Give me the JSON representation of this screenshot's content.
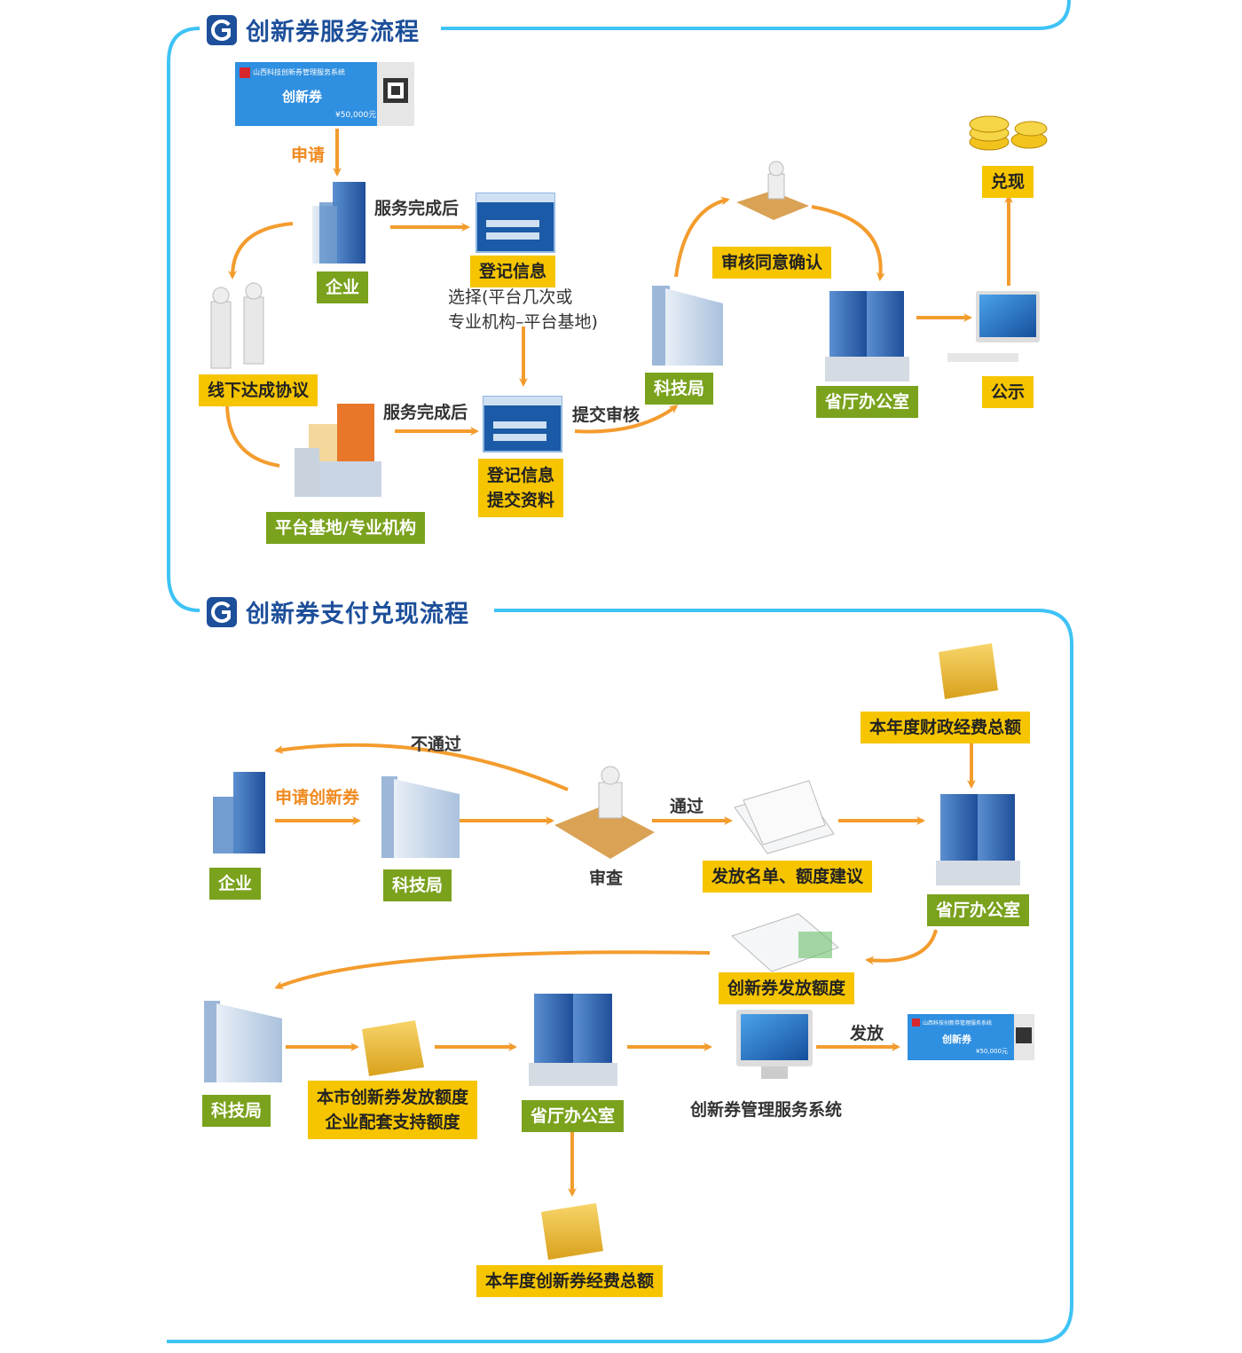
{
  "accent_color": "#3fc3f5",
  "title_color": "#1d4f9a",
  "arrow_color": "#f39c2e",
  "label_green": "#7aa21d",
  "label_yellow": "#f6c500",
  "section1": {
    "title": "创新券服务流程",
    "voucher": {
      "system": "山西科技创新券管理服务系统",
      "name": "创新券",
      "amount": "¥50,000元"
    },
    "apply": "申请",
    "enterprise": "企业",
    "service_done_1": "服务完成后",
    "register_info": "登记信息",
    "choose_line1": "选择(平台几次或",
    "choose_line2": "专业机构–平台基地)",
    "offline_agreement": "线下达成协议",
    "service_done_2": "服务完成后",
    "register_submit_line1": "登记信息",
    "register_submit_line2": "提交资料",
    "platform": "平台基地/专业机构",
    "submit_review": "提交审核",
    "tech_bureau": "科技局",
    "review_confirm": "审核同意确认",
    "provincial_office": "省厅办公室",
    "publicize": "公示",
    "cash_out": "兑现"
  },
  "section2": {
    "title": "创新券支付兑现流程",
    "not_pass": "不通过",
    "apply_voucher": "申请创新券",
    "enterprise": "企业",
    "tech_bureau": "科技局",
    "review": "审查",
    "pass": "通过",
    "issue_list": "发放名单、额度建议",
    "annual_fiscal": "本年度财政经费总额",
    "provincial_office": "省厅办公室",
    "voucher_quota": "创新券发放额度",
    "tech_bureau_2": "科技局",
    "city_quota_line1": "本市创新券发放额度",
    "city_quota_line2": "企业配套支持额度",
    "provincial_office_2": "省厅办公室",
    "system": "创新券管理服务系统",
    "issue": "发放",
    "annual_voucher_total": "本年度创新券经费总额",
    "voucher": {
      "system": "山西科技创新券管理服务系统",
      "name": "创新券",
      "amount": "¥50,000元"
    }
  }
}
